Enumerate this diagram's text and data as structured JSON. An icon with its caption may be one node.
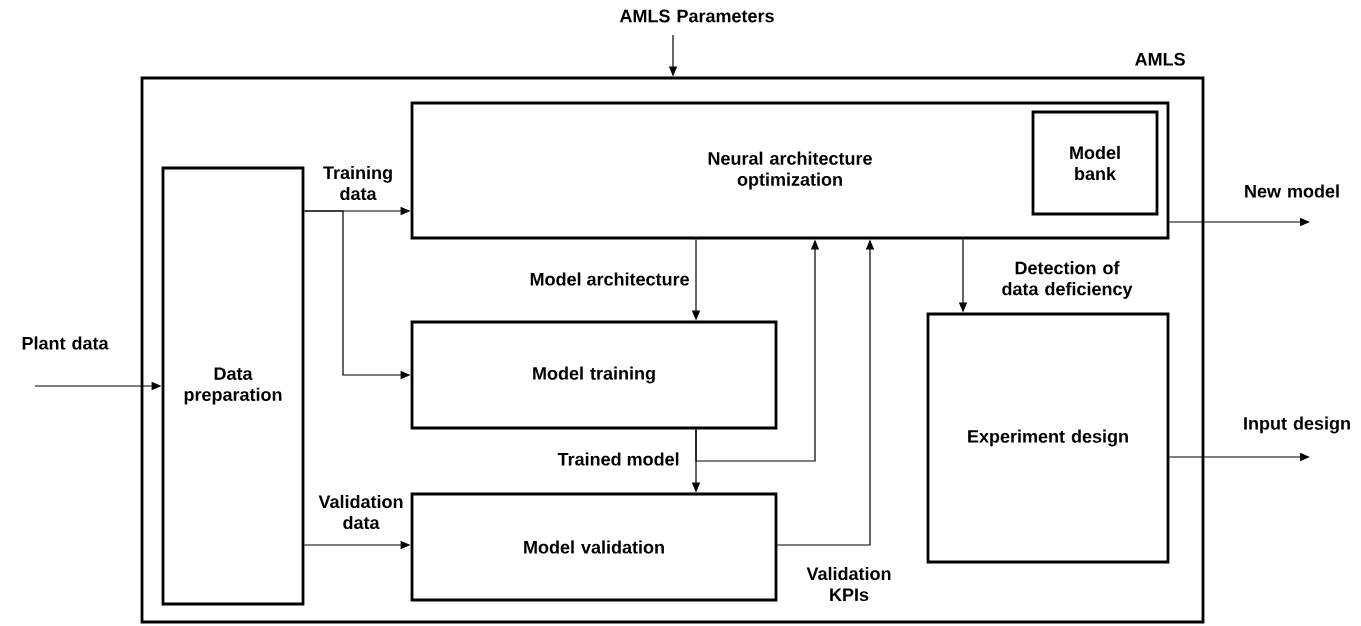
{
  "diagram": {
    "nodes": [
      {
        "text": [
          "AMLS"
        ]
      },
      {
        "text": [
          "Data preparation"
        ],
        "in": 0
      },
      {
        "text": [
          "Neural architecture optimization"
        ],
        "in": 0
      },
      {
        "text": [
          "Model bank"
        ],
        "in": 2
      },
      {
        "text": [
          "Model training"
        ],
        "in": 0
      },
      {
        "text": [
          "Model validation"
        ],
        "in": 0
      },
      {
        "text": [
          "Experiment design"
        ],
        "in": 0
      }
    ],
    "edges": [
      {
        "from": null,
        "to": 0,
        "arrow": "to",
        "label": "AMLS Parameters"
      },
      {
        "from": null,
        "to": 1,
        "arrow": "to",
        "label": "Plant data"
      },
      {
        "from": 1,
        "to": 2,
        "arrow": "to",
        "label": "Training data"
      },
      {
        "from": 1,
        "to": 4,
        "arrow": "to"
      },
      {
        "from": 1,
        "to": 5,
        "arrow": "to",
        "label": "Validation data"
      },
      {
        "from": 2,
        "to": 4,
        "arrow": "to",
        "label": "Model architecture"
      },
      {
        "from": 4,
        "to": 5,
        "arrow": "to",
        "label": "Trained model"
      },
      {
        "from": 4,
        "to": 2,
        "arrow": "to"
      },
      {
        "from": 5,
        "to": 2,
        "arrow": "to",
        "label": "Validation KPIs"
      },
      {
        "from": 2,
        "to": 6,
        "arrow": "to",
        "label": "Detection of data deficiency"
      },
      {
        "from": 2,
        "to": null,
        "arrow": "to",
        "label": "New model"
      },
      {
        "from": 6,
        "to": null,
        "arrow": "to",
        "label": "Input design"
      }
    ]
  }
}
